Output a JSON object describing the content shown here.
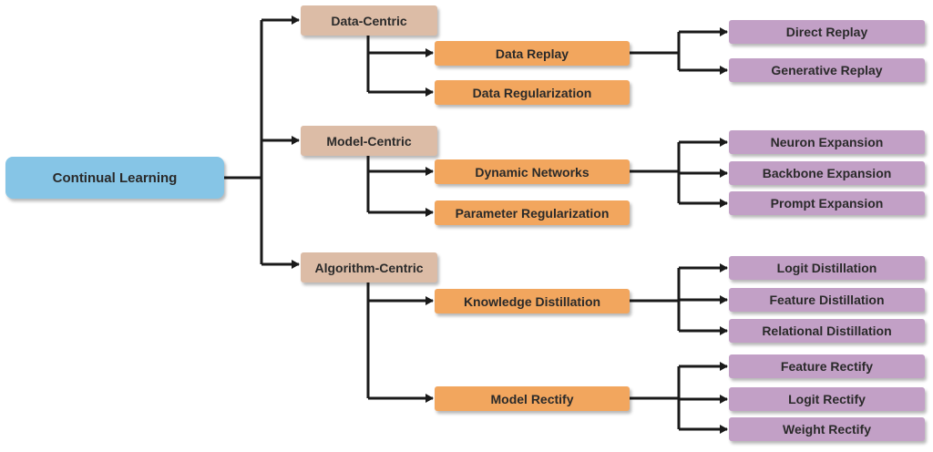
{
  "root": {
    "label": "Continual Learning"
  },
  "categories": [
    {
      "label": "Data-Centric",
      "methods": [
        {
          "label": "Data Replay",
          "leaves": [
            "Direct Replay",
            "Generative Replay"
          ]
        },
        {
          "label": "Data Regularization",
          "leaves": []
        }
      ]
    },
    {
      "label": "Model-Centric",
      "methods": [
        {
          "label": "Dynamic Networks",
          "leaves": [
            "Neuron Expansion",
            "Backbone Expansion",
            "Prompt Expansion"
          ]
        },
        {
          "label": "Parameter Regularization",
          "leaves": []
        }
      ]
    },
    {
      "label": "Algorithm-Centric",
      "methods": [
        {
          "label": "Knowledge Distillation",
          "leaves": [
            "Logit Distillation",
            "Feature Distillation",
            "Relational Distillation"
          ]
        },
        {
          "label": "Model Rectify",
          "leaves": [
            "Feature Rectify",
            "Logit Rectify",
            "Weight Rectify"
          ]
        }
      ]
    }
  ],
  "colors": {
    "root": "#86c5e6",
    "category": "#dcbca6",
    "method": "#f2a65e",
    "leaf": "#c2a0c6",
    "edge": "#1a1a1a"
  }
}
